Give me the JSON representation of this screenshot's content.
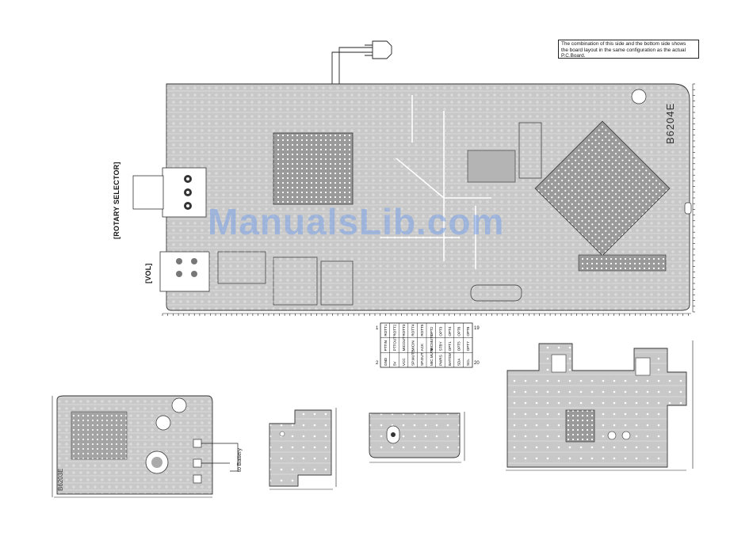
{
  "note": {
    "line1": "The combination of this side and the bottom side shows",
    "line2": "the board layout in the same configuration as the actual",
    "line3": "P.C.Board."
  },
  "labels": {
    "rotary_selector": "[ROTARY SELECTOR]",
    "vol": "[VOL]",
    "to_battery": "to Battery",
    "board_code_main": "B6204E",
    "board_code_small": "B6203E",
    "watermark": "ManualsLib.com"
  },
  "pin_table": {
    "left_numbers": [
      "1",
      "2"
    ],
    "right_numbers": [
      "19",
      "20"
    ],
    "rows": [
      [
        "GND",
        "PTTIN",
        "ROTT1"
      ],
      [
        "5V",
        "PTTOUT",
        "ROTT2"
      ],
      [
        "VCC",
        "MICOUT",
        "ROTT3"
      ],
      [
        "SP.MUTE",
        "MICIN",
        "ROTT4"
      ],
      [
        "SP.OUT",
        "ACK",
        "ROTT5"
      ],
      [
        "MIC.MUTE",
        "MICMUTE",
        "OPT2"
      ],
      [
        "PWRS",
        "STBY",
        "OPT3"
      ],
      [
        "BATSW",
        "OPT1",
        "OPT4"
      ],
      [
        "SDA",
        "OPT5",
        "OPT6"
      ],
      [
        "SCL",
        "OPT7",
        "OPT8"
      ]
    ]
  },
  "colors": {
    "board": "#c8c8c8",
    "board_dark": "#8a8a8a",
    "trace": "#ffffff",
    "line": "#222222",
    "watermark": "#78a0e6"
  }
}
